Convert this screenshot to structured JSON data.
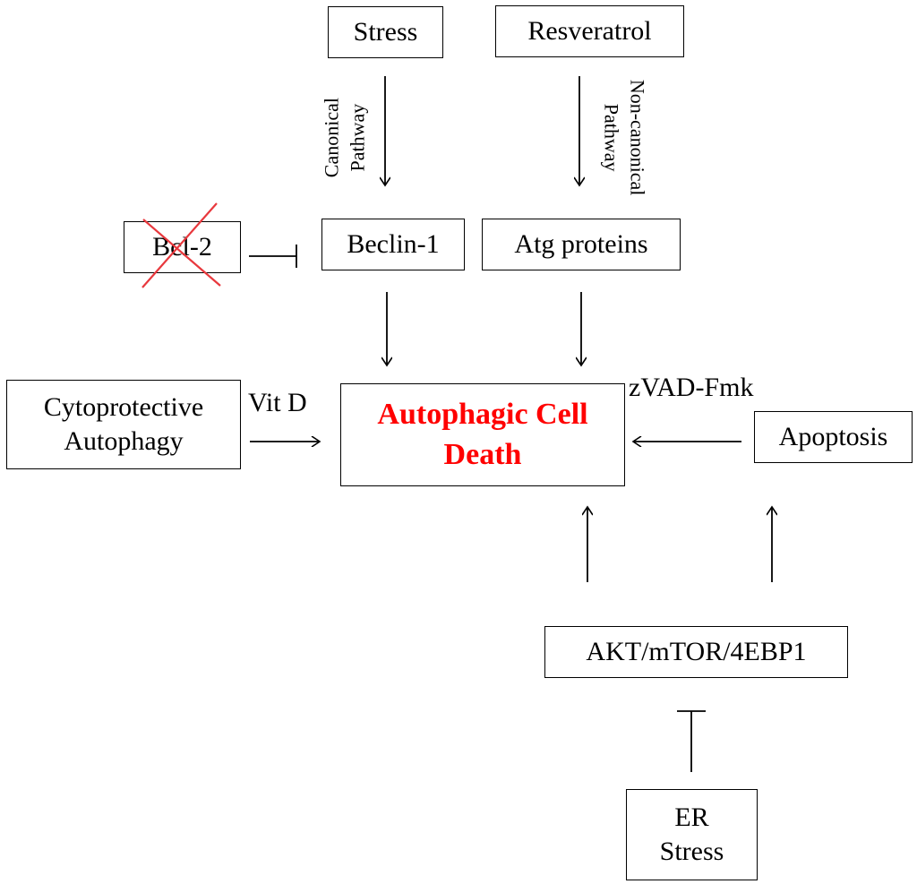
{
  "nodes": {
    "stress": "Stress",
    "resveratrol": "Resveratrol",
    "bcl2": "Bcl-2",
    "beclin1": "Beclin-1",
    "atg_proteins": "Atg proteins",
    "cytoprotective_line1": "Cytoprotective",
    "cytoprotective_line2": "Autophagy",
    "autophagic_line1": "Autophagic Cell",
    "autophagic_line2": "Death",
    "apoptosis": "Apoptosis",
    "akt_mtor": "AKT/mTOR/4EBP1",
    "er_stress_line1": "ER",
    "er_stress_line2": "Stress"
  },
  "edge_labels": {
    "canonical_line1": "Canonical",
    "canonical_line2": "Pathway",
    "noncanonical_line1": "Non-canonical",
    "noncanonical_line2": "Pathway",
    "vit_d": "Vit D",
    "zvad": "zVAD-Fmk"
  },
  "colors": {
    "highlight": "#ff0000",
    "cross": "#e8383d",
    "stroke": "#000000"
  }
}
